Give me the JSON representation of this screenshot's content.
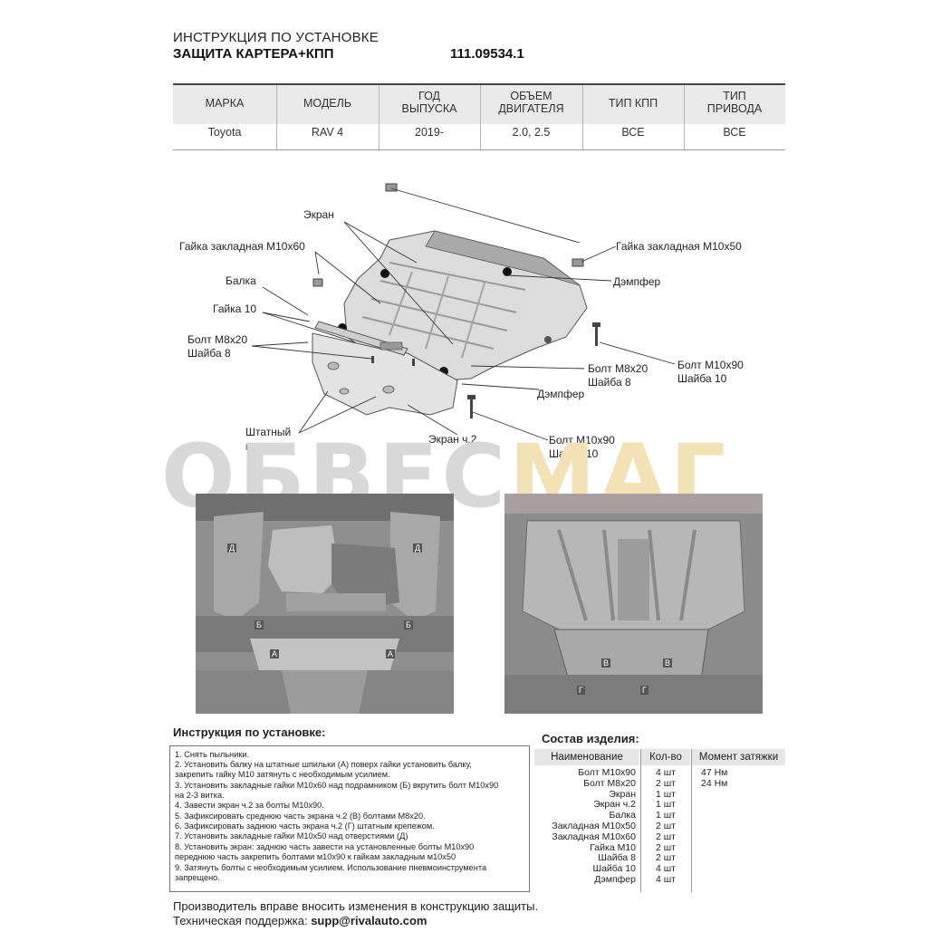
{
  "header": {
    "line1": "ИНСТРУКЦИЯ ПО УСТАНОВКЕ",
    "line2": "ЗАЩИТА КАРТЕРА+КПП",
    "code": "111.09534.1"
  },
  "spec_table": {
    "columns": [
      "МАРКА",
      "МОДЕЛЬ",
      "ГОД\nВЫПУСКА",
      "ОБЪЕМ\nДВИГАТЕЛЯ",
      "ТИП КПП",
      "ТИП\nПРИВОДА"
    ],
    "row": [
      "Toyota",
      "RAV 4",
      "2019-",
      "2.0, 2.5",
      "ВСЕ",
      "ВСЕ"
    ]
  },
  "diagram": {
    "labels": {
      "ekran": "Экран",
      "gaika_m10x60": "Гайка закладная М10х60",
      "balka": "Балка",
      "gaika10": "Гайка 10",
      "bolt_m8x20_left_1": "Болт М8х20",
      "bolt_m8x20_left_2": "Шайба 8",
      "shtatny_1": "Штатный",
      "shtatny_2": "крепеж",
      "ekran2": "Экран ч.2",
      "gaika_m10x50": "Гайка закладная М10х50",
      "dempfer_top": "Дэмпфер",
      "bolt_m10x90_r_1": "Болт М10х90",
      "bolt_m10x90_r_2": "Шайба 10",
      "bolt_m8x20_mid_1": "Болт М8х20",
      "bolt_m8x20_mid_2": "Шайба 8",
      "dempfer_mid": "Дэмпфер",
      "bolt_m10x90_b_1": "Болт М10х90",
      "bolt_m10x90_b_2": "Шайба 10"
    }
  },
  "watermark": {
    "part1": "ОБВЕС",
    "part2": "МАГ"
  },
  "photos": {
    "left_markers": [
      "Д",
      "Д",
      "Б",
      "Б",
      "А",
      "А"
    ],
    "right_markers": [
      "В",
      "В",
      "Г",
      "Г"
    ]
  },
  "instructions": {
    "title": "Инструкция по установке:",
    "lines": [
      "1. Снять пыльники.",
      "2. Установить балку на штатные шпильки (А) поверх гайки установить балку,",
      "закрепить гайку М10 затянуть с необходимым усилием.",
      "3. Установить закладные гайки М10х60 над подрамником (Б) вкрутить болт М10х90",
      "на 2-3 витка.",
      "4. Завести экран ч.2 за болты М10х90.",
      "5. Зафиксировать среднюю часть экрана ч.2 (В) болтами М8х20.",
      "6. Зафиксировать заднюю часть  экрана ч.2 (Г) штатным крепежом.",
      "7. Установить закладные гайки М10х50 над отверстиями (Д)",
      "8. Установить экран: заднюю часть завести на установленные болты  М10х90",
      "переднюю часть закрепить болтами м10х90 к гайкам закладным м10х50",
      "9. Затянуть болты с необходимым усилием. Использование пневмоинструмента",
      "запрещено."
    ]
  },
  "composition": {
    "title": "Состав изделия:",
    "headers": [
      "Наименование",
      "Кол-во",
      "Момент затяжки"
    ],
    "rows": [
      [
        "Болт М10х90",
        "4 шт",
        "47 Нм"
      ],
      [
        "Болт М8х20",
        "2 шт",
        "24 Нм"
      ],
      [
        "Экран",
        "1 шт",
        ""
      ],
      [
        "Экран ч.2",
        "1 шт",
        ""
      ],
      [
        "Балка",
        "1 шт",
        ""
      ],
      [
        "Закладная М10х50",
        "2 шт",
        ""
      ],
      [
        "Закладная М10х60",
        "2 шт",
        ""
      ],
      [
        "Гайка М10",
        "2 шт",
        ""
      ],
      [
        "Шайба 8",
        "2 шт",
        ""
      ],
      [
        "Шайба 10",
        "4 шт",
        ""
      ],
      [
        "Дэмпфер",
        "4 шт",
        ""
      ]
    ]
  },
  "footer": {
    "note": "Производитель вправе вносить изменения в конструкцию защиты.",
    "support_label": "Техническая поддержка: ",
    "support_email": "supp@rivalauto.com"
  }
}
